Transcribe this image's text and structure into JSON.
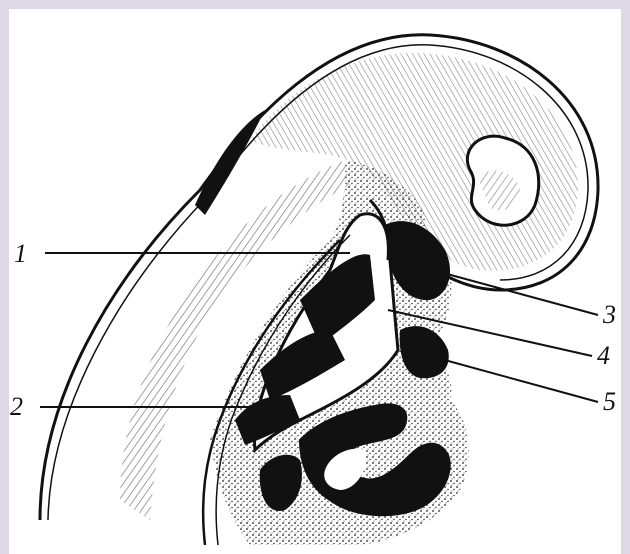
{
  "figure": {
    "labels": [
      {
        "id": "1",
        "text": "1"
      },
      {
        "id": "2",
        "text": "2"
      },
      {
        "id": "3",
        "text": "3"
      },
      {
        "id": "4",
        "text": "4"
      },
      {
        "id": "5",
        "text": "5"
      }
    ]
  },
  "colors": {
    "frame": "#ded8e6",
    "panel": "#ffffff",
    "ink": "#111111"
  }
}
